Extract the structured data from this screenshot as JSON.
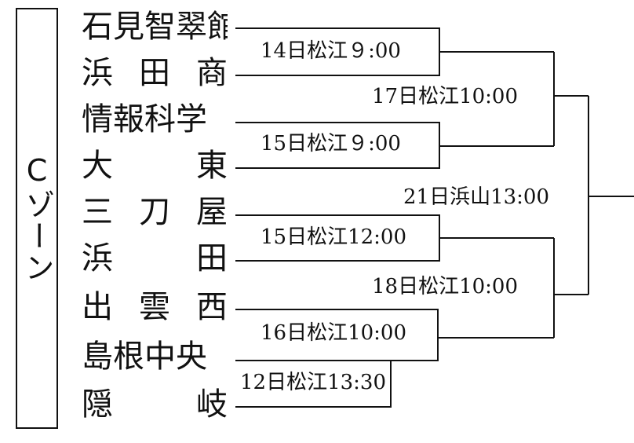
{
  "zone": {
    "label": "Cゾーン"
  },
  "teams": [
    {
      "name": "石見智翠館",
      "spread": false
    },
    {
      "name": "浜田商",
      "spread": true
    },
    {
      "name": "情報科学",
      "spread": false
    },
    {
      "name": "大東",
      "spread": true
    },
    {
      "name": "三刀屋",
      "spread": true
    },
    {
      "name": "浜田",
      "spread": true
    },
    {
      "name": "出雲西",
      "spread": true
    },
    {
      "name": "島根中央",
      "spread": false
    },
    {
      "name": "隠岐",
      "spread": true
    }
  ],
  "matches": {
    "r1_a": "14日松江９:00",
    "r1_b": "15日松江９:00",
    "r1_c": "15日松江12:00",
    "r1_d": "16日松江10:00",
    "r0": "12日松江13:30",
    "sf_top": "17日松江10:00",
    "sf_bottom": "18日松江10:00",
    "final": "21日浜山13:00"
  }
}
